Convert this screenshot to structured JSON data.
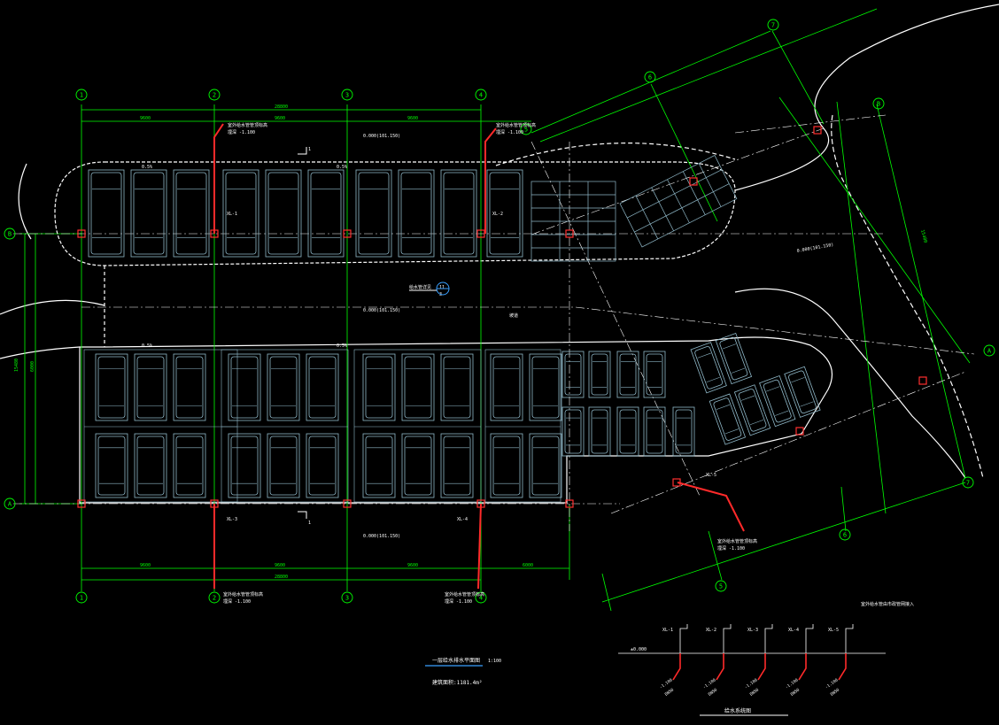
{
  "colors": {
    "background": "#000000",
    "grid": "#00ff00",
    "wall": "#ffffff",
    "parking": "#8fb8c8",
    "pipe": "#ff2a2a",
    "column": "#ff3030",
    "axis_text": "#00ff00",
    "accent_blue": "#3aa0ff"
  },
  "axes_top": [
    "1",
    "2",
    "3",
    "4"
  ],
  "axes_bottom": [
    "1",
    "2",
    "3",
    "4"
  ],
  "axes_left": [
    "B",
    "A"
  ],
  "axes_right": [
    "B",
    "A"
  ],
  "axes_diag": [
    "5",
    "6",
    "7"
  ],
  "axes_diag_bottom": [
    "5",
    "6"
  ],
  "dims_top": [
    "9600",
    "9600",
    "9600"
  ],
  "dim_top_total": "28800",
  "dims_bottom": [
    "9600",
    "9600",
    "9600",
    "6000"
  ],
  "dim_bottom_total": "28800",
  "dim_left": "15480",
  "dim_left_sub": "6000",
  "dim_right": "15480",
  "elevations": {
    "top": "0.000(101.150)",
    "middle": "0.000(101.150)",
    "bottom": "0.000(101.150)",
    "right": "0.000(101.150)"
  },
  "pipes": [
    "XL-1",
    "XL-2",
    "XL-3",
    "XL-4",
    "XL-5"
  ],
  "pipe_notes": {
    "top_left": "室外给水管管顶标高",
    "top_left_val": "埋深 -1.100",
    "top_right": "室外给水管管顶标高",
    "top_right_val": "埋深 -1.100",
    "bottom_left": "室外给水管管顶标高",
    "bottom_left_val": "埋深 -1.100",
    "bottom_right": "室外给水管管顶标高",
    "bottom_right_val": "埋深 -1.100",
    "right": "室外给水管管顶标高",
    "right_val": "埋深 -1.100"
  },
  "section_mark": "1",
  "ramp_label": "坡道",
  "slope_labels": [
    "0.5%",
    "0.5%",
    "0.5%",
    "0.5%"
  ],
  "ref_index": {
    "top": "11",
    "bottom": "3"
  },
  "ref_note": "给水管详见",
  "title": "一层给水排水平面图",
  "title_scale": "1:100",
  "area_note": "建筑面积:1181.4m²",
  "riser_title": "给水系统图",
  "riser_depth": "-1.100",
  "riser_size": "DN50",
  "ground_elev": "±0.000",
  "riser_note": "室外给水管由市政管网接入"
}
